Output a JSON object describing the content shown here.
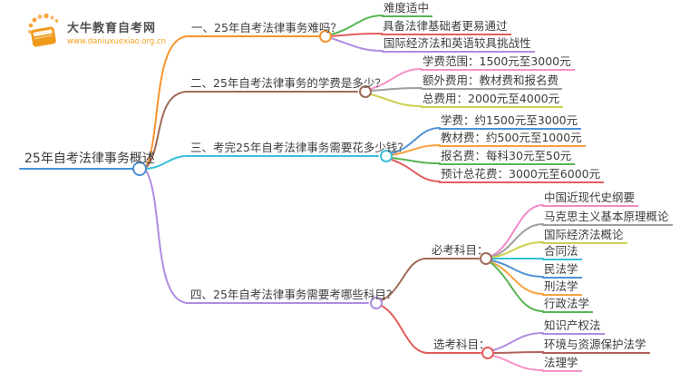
{
  "logo": {
    "title": "大牛教育自考网",
    "url": "www.daniuxuexiao.org.cn",
    "brand_color": "#f5a023"
  },
  "root": {
    "label": "25年自考法律事务概述",
    "color": "#4a90d6"
  },
  "branches": [
    {
      "label": "一、25年自考法律事务难吗？",
      "color": "#f5952f",
      "children": [
        {
          "label": "难度适中",
          "color": "#57b554"
        },
        {
          "label": "具备法律基础者更易通过",
          "color": "#e35d5b"
        },
        {
          "label": "国际经济法和英语较具挑战性",
          "color": "#b18ce0"
        }
      ]
    },
    {
      "label": "二、25年自考法律事务的学费是多少？",
      "color": "#9e6b58",
      "children": [
        {
          "label": "学费范围：1500元至3000元",
          "color": "#f591c8"
        },
        {
          "label": "额外费用：教材费和报名费",
          "color": "#9e9e9e"
        },
        {
          "label": "总费用：2000元至4000元",
          "color": "#cdd04e"
        }
      ]
    },
    {
      "label": "三、考完25年自考法律事务需要花多少钱？",
      "color": "#3ac0d8",
      "children": [
        {
          "label": "学费：约1500元至3000元",
          "color": "#5191d6"
        },
        {
          "label": "教材费：约500元至1000元",
          "color": "#f8a13e"
        },
        {
          "label": "报名费：每科30元至50元",
          "color": "#57b554"
        },
        {
          "label": "预计总花费：3000元至6000元",
          "color": "#e35d5b"
        }
      ]
    },
    {
      "label": "四、25年自考法律事务需要考哪些科目？",
      "color": "#b18ce0",
      "children": [
        {
          "label": "必考科目：",
          "color": "#9e6b58",
          "children": [
            {
              "label": "中国近现代史纲要",
              "color": "#ee8bc8"
            },
            {
              "label": "马克思主义基本原理概论",
              "color": "#9e9e9e"
            },
            {
              "label": "国际经济法概论",
              "color": "#cdd04e"
            },
            {
              "label": "合同法",
              "color": "#3ac0d8"
            },
            {
              "label": "民法学",
              "color": "#5191d6"
            },
            {
              "label": "刑法学",
              "color": "#f8a13e"
            },
            {
              "label": "行政法学",
              "color": "#57b554"
            }
          ]
        },
        {
          "label": "选考科目：",
          "color": "#e35d5b",
          "children": [
            {
              "label": "知识产权法",
              "color": "#b18ce0"
            },
            {
              "label": "环境与资源保护法学",
              "color": "#b2625c"
            },
            {
              "label": "法理学",
              "color": "#f591c8"
            }
          ]
        }
      ]
    }
  ]
}
